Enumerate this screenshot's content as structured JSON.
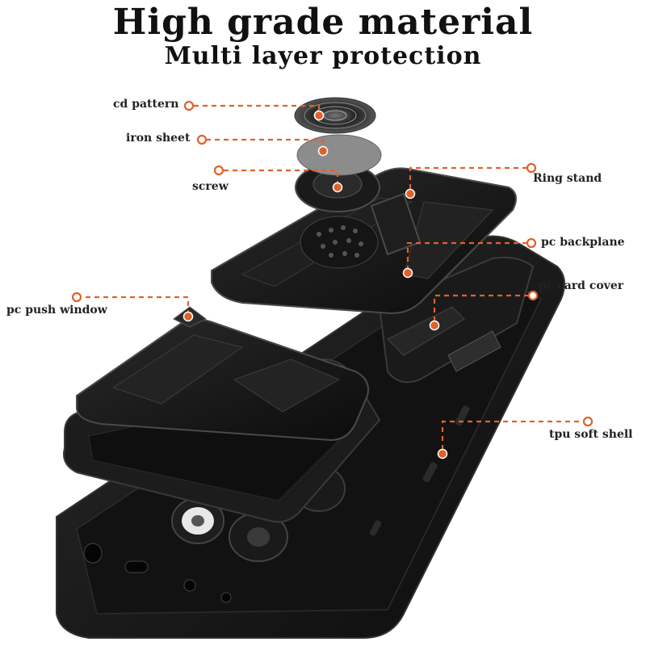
{
  "heading": {
    "title": "High grade material",
    "subtitle": "Multi layer protection"
  },
  "callouts": [
    {
      "id": "cd-pattern",
      "label": "cd pattern"
    },
    {
      "id": "iron-sheet",
      "label": "iron sheet"
    },
    {
      "id": "screw",
      "label": "screw"
    },
    {
      "id": "ring-stand",
      "label": "Ring stand"
    },
    {
      "id": "pc-backplane",
      "label": "pc backplane"
    },
    {
      "id": "pc-card-cover",
      "label": "pc card cover"
    },
    {
      "id": "pc-push-window",
      "label": "pc push window"
    },
    {
      "id": "tpu-soft-shell",
      "label": "tpu soft shell"
    }
  ],
  "colors": {
    "callout": "#e0622a",
    "case": "#161616",
    "case_edge": "#3a3a3a",
    "text": "#222222"
  }
}
